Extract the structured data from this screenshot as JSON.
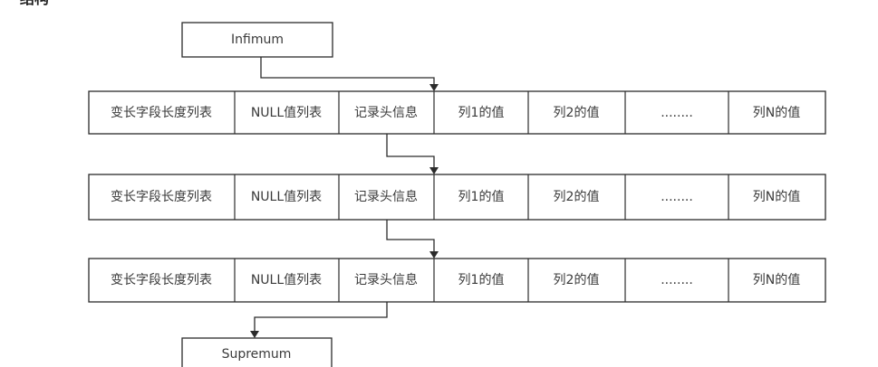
{
  "top_fragment": "结构",
  "infimum_label": "Infimum",
  "supremum_label": "Supremum",
  "record_fields": [
    "变长字段长度列表",
    "NULL值列表",
    "记录头信息",
    "列1的值",
    "列2的值",
    "........",
    "列N的值"
  ],
  "record_count": 3
}
